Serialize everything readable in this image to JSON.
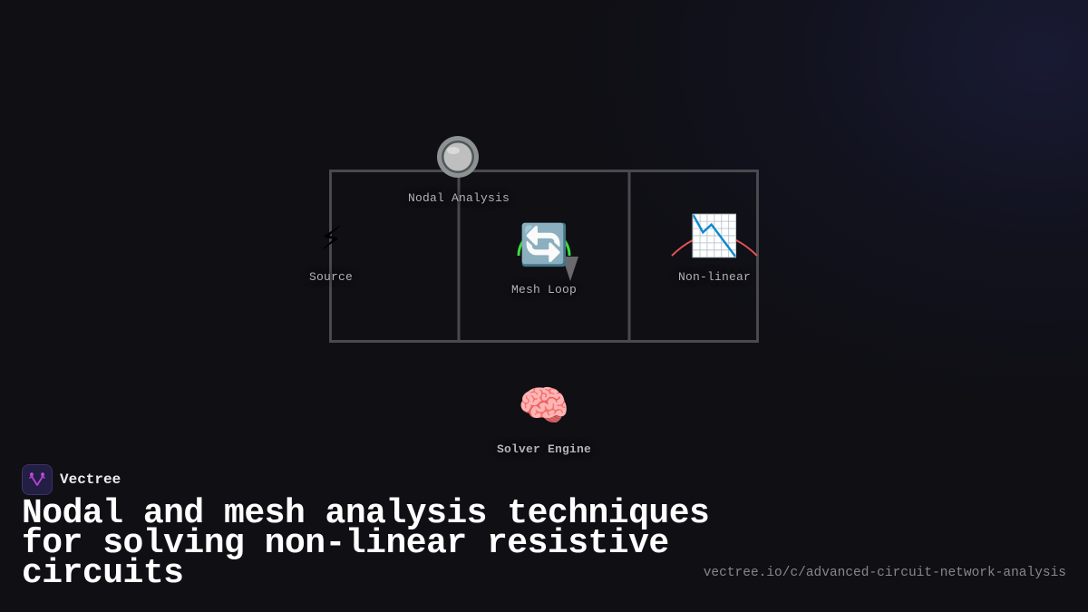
{
  "diagram": {
    "nodes": {
      "nodal": {
        "label": "Nodal Analysis",
        "icon": "radio-button-icon"
      },
      "source": {
        "label": "Source",
        "icon": "lightning-bolt-icon",
        "glyph": "⚡"
      },
      "mesh": {
        "label": "Mesh Loop",
        "icon": "counterclockwise-arrows-icon",
        "glyph": "🔄"
      },
      "nonlinear": {
        "label": "Non-linear",
        "icon": "chart-decreasing-icon",
        "glyph": "📉"
      },
      "solver": {
        "label": "Solver Engine",
        "icon": "brain-icon",
        "glyph": "🧠"
      }
    },
    "colors": {
      "wire": "#4a4a4e",
      "mesh_arc": "#3ddc3d",
      "nonlinear_curve": "#e05252",
      "arrow": "#6a6a6e"
    }
  },
  "brand": {
    "name": "Vectree",
    "icon": "vectree-logo-icon",
    "accent": "#b040d0"
  },
  "title": "Nodal and mesh analysis techniques for solving non-linear resistive circuits",
  "url": "vectree.io/c/advanced-circuit-network-analysis"
}
